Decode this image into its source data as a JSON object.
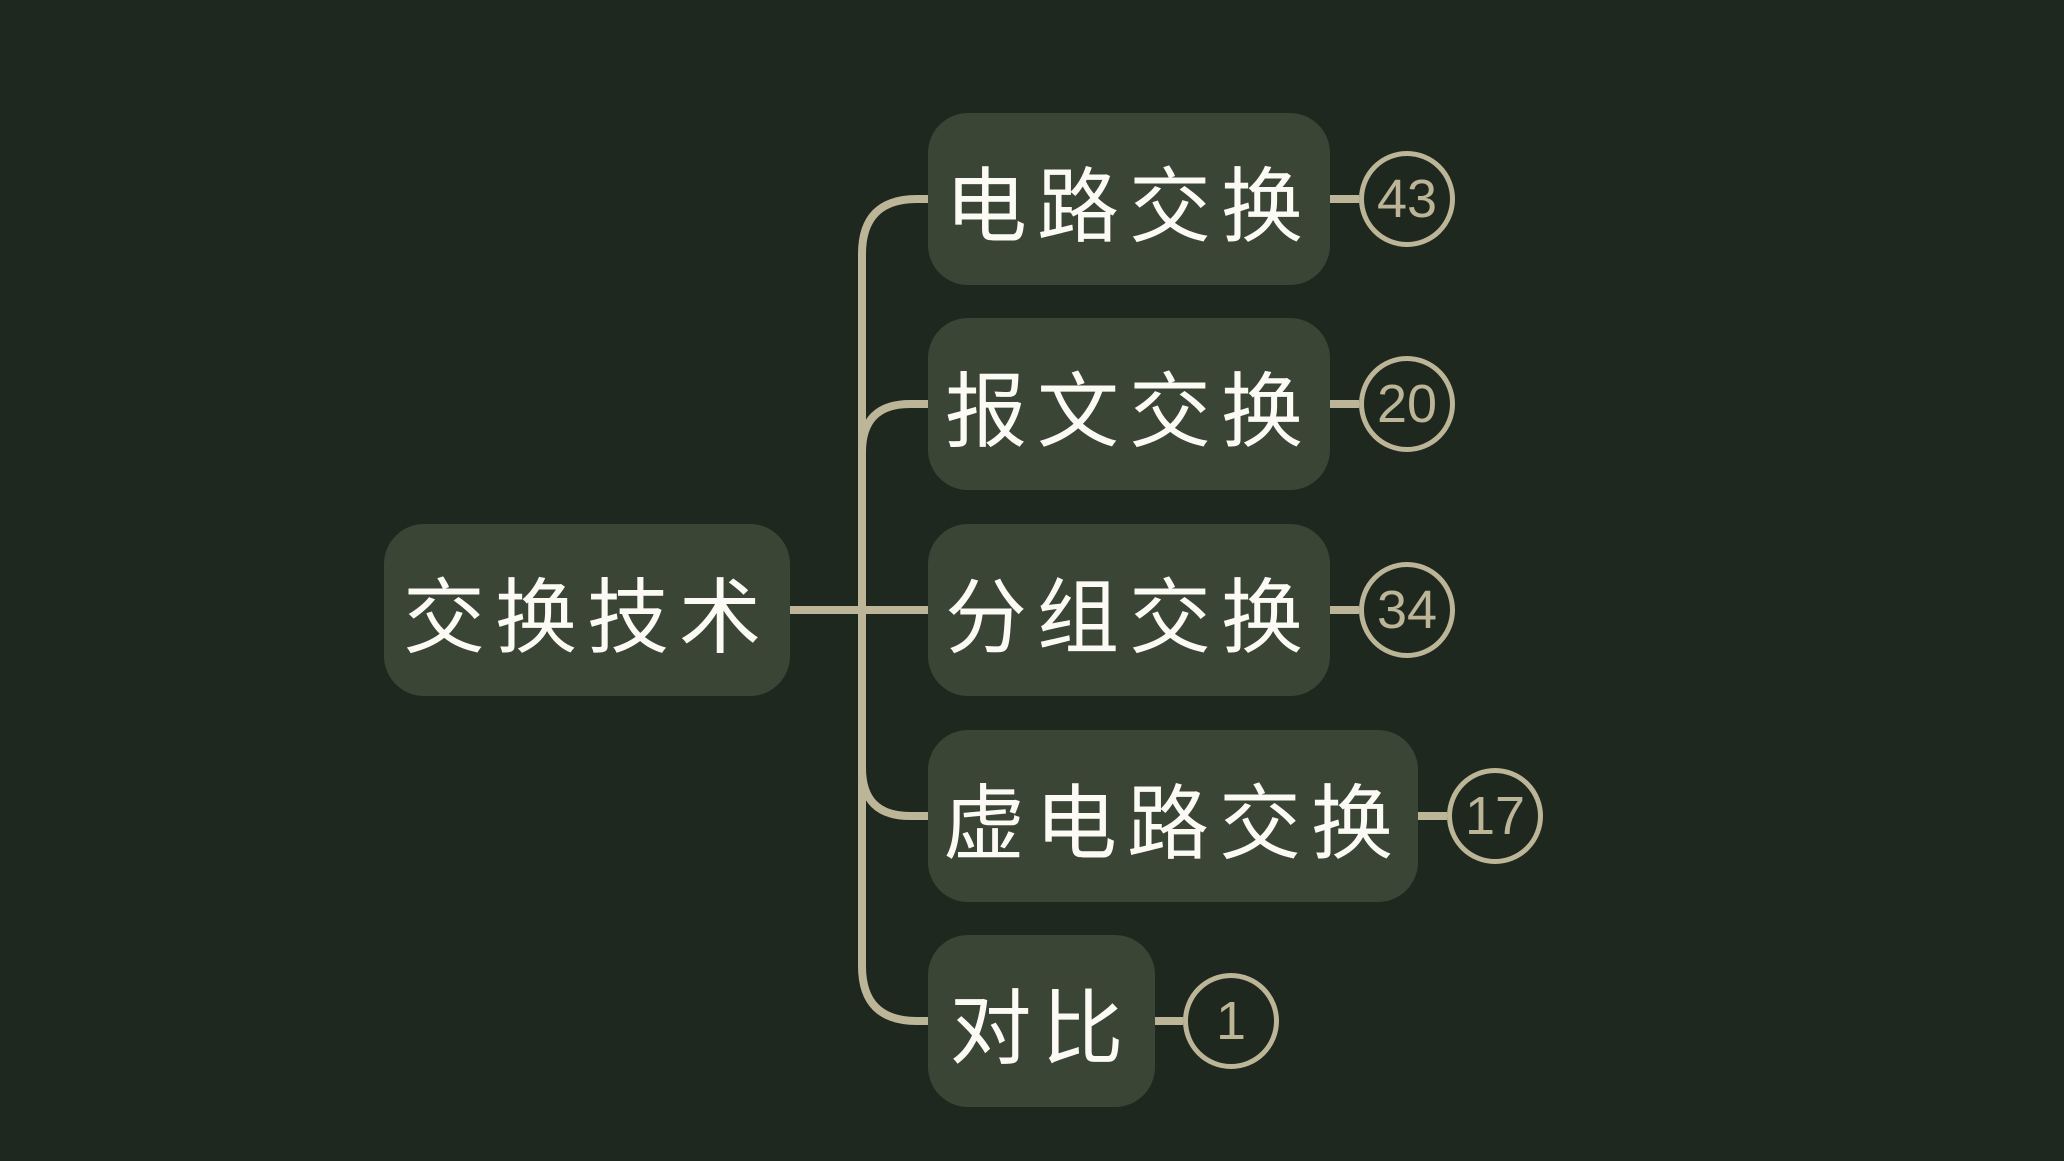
{
  "root": {
    "label": "交换技术"
  },
  "children": [
    {
      "label": "电路交换",
      "count": "43"
    },
    {
      "label": "报文交换",
      "count": "20"
    },
    {
      "label": "分组交换",
      "count": "34"
    },
    {
      "label": "虚电路交换",
      "count": "17"
    },
    {
      "label": "对比",
      "count": "1"
    }
  ],
  "colors": {
    "background": "#1f281e",
    "node": "#3b4535",
    "connector": "#bdb597",
    "text": "#fbfaf5"
  }
}
